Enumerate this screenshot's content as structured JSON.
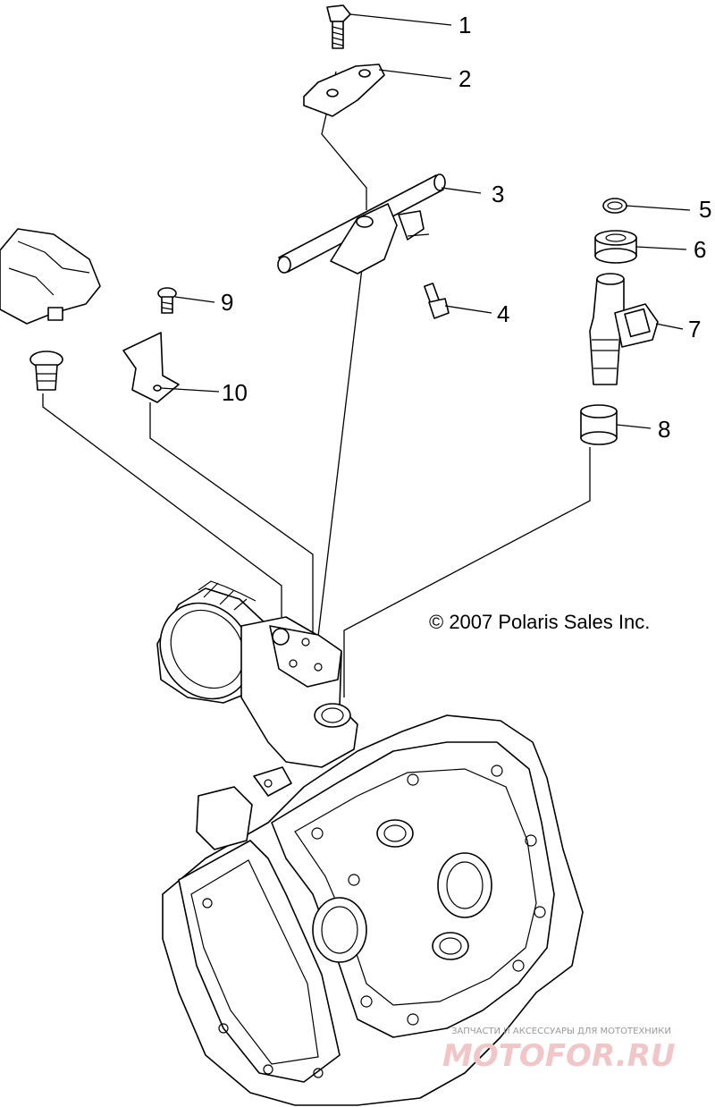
{
  "callouts": [
    {
      "id": "1",
      "label": "1"
    },
    {
      "id": "2",
      "label": "2"
    },
    {
      "id": "3",
      "label": "3"
    },
    {
      "id": "4",
      "label": "4"
    },
    {
      "id": "5",
      "label": "5"
    },
    {
      "id": "6",
      "label": "6"
    },
    {
      "id": "7",
      "label": "7"
    },
    {
      "id": "8",
      "label": "8"
    },
    {
      "id": "9",
      "label": "9"
    },
    {
      "id": "10",
      "label": "10"
    }
  ],
  "copyright": "© 2007 Polaris Sales Inc.",
  "watermark": {
    "tagline": "ЗАПЧАСТИ И АКСЕССУАРЫ ДЛЯ МОТОТЕХНИКИ",
    "logo": "MOTOFOR.RU"
  }
}
